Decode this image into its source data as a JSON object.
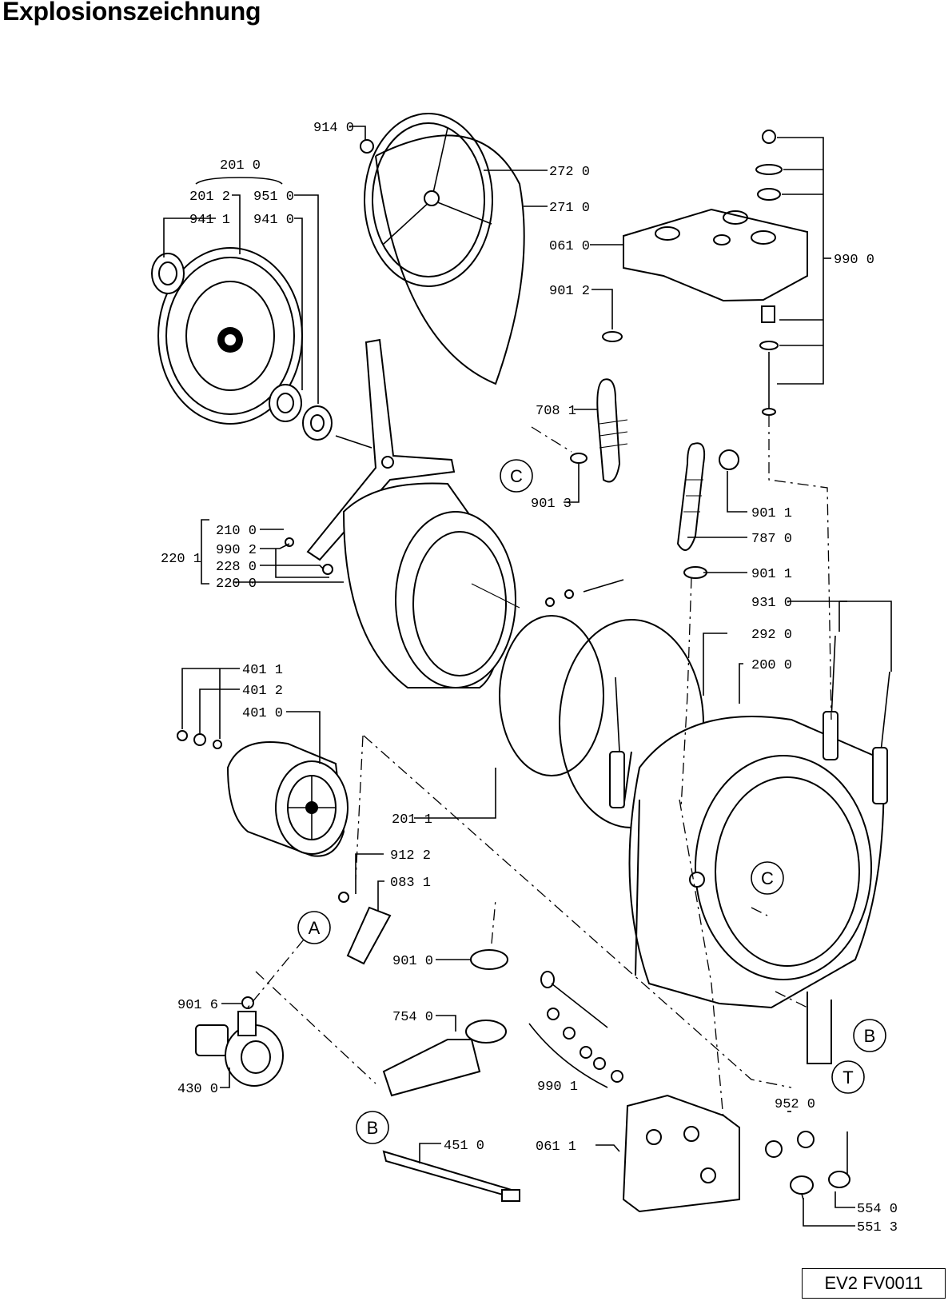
{
  "title": "Explosionszeichnung",
  "code": "EV2 FV0011",
  "callouts": {
    "c2010": "201 0",
    "c2012": "201 2",
    "c9510": "951 0",
    "c9411": "941 1",
    "c9410": "941 0",
    "c9140": "914 0",
    "c2720": "272 0",
    "c2710": "271 0",
    "c0610": "061 0",
    "c9012": "901 2",
    "c9900": "990 0",
    "c7081": "708 1",
    "c9013": "901 3",
    "c9011a": "901 1",
    "c7870": "787 0",
    "c9011b": "901 1",
    "c9310": "931 0",
    "c2920": "292 0",
    "c2000": "200 0",
    "c2100": "210 0",
    "c9902": "990 2",
    "c2280": "228 0",
    "c2200": "220 0",
    "c2201": "220 1",
    "c4011": "401 1",
    "c4012": "401 2",
    "c4010": "401 0",
    "c2011": "201 1",
    "c9122": "912 2",
    "c0831": "083 1",
    "c9010": "901 0",
    "c9016": "901 6",
    "c4300": "430 0",
    "c7540": "754 0",
    "c9901": "990 1",
    "c4510": "451 0",
    "c0611": "061 1",
    "c9520": "952 0",
    "c5540": "554 0",
    "c5513": "551 3"
  },
  "markers": {
    "a": "A",
    "b1": "B",
    "b2": "B",
    "c1": "C",
    "c2": "C",
    "t": "T"
  }
}
